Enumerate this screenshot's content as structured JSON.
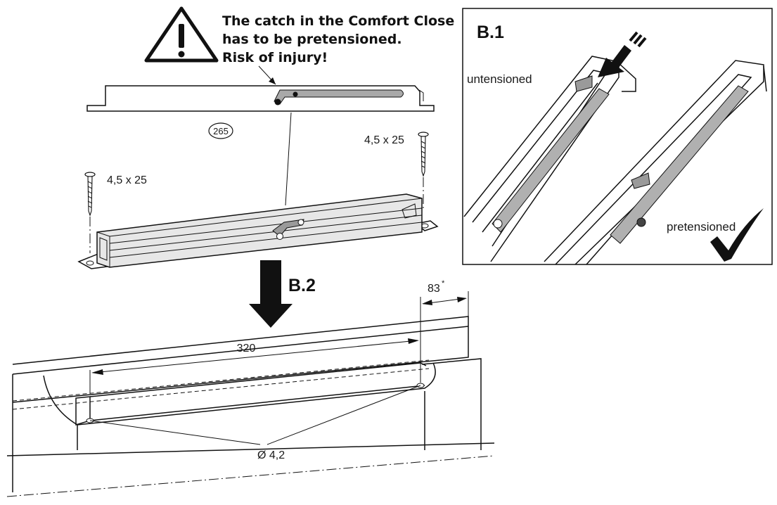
{
  "warning": {
    "line1": "The catch in the Comfort Close",
    "line2": "has to be pretensioned.",
    "line3": "Risk of injury!"
  },
  "part_number": "265",
  "screw_left": "4,5 x 25",
  "screw_right": "4,5 x 25",
  "step_b1": {
    "title": "B.1",
    "untensioned": "untensioned",
    "pretensioned": "pretensioned"
  },
  "step_b2": {
    "title": "B.2",
    "dim_offset": "83",
    "dim_offset_mark": "*",
    "dim_length": "320",
    "hole_diameter": "Ø 4,2"
  }
}
